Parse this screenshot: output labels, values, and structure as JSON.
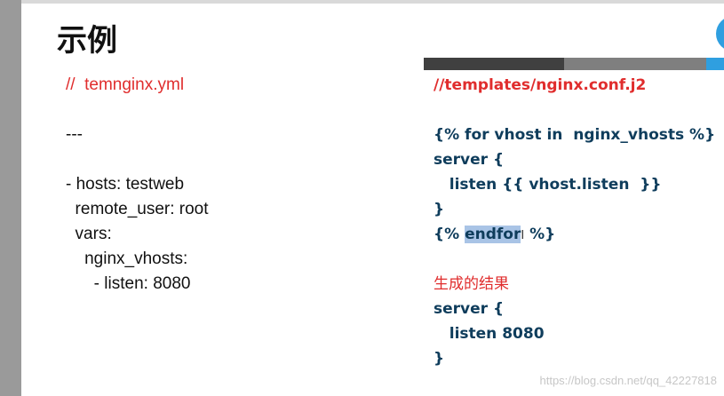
{
  "slide": {
    "title": "示例"
  },
  "left_code": {
    "lines": [
      "//  temnginx.yml",
      "",
      "---",
      "",
      "- hosts: testweb",
      "  remote_user: root",
      "  vars:",
      "    nginx_vhosts:",
      "      - listen: 8080"
    ]
  },
  "right_code": {
    "comment": "//templates/nginx.conf.j2",
    "lines": [
      "{% for vhost in  nginx_vhosts %}",
      "server {",
      "   listen {{ vhost.listen  }}",
      "}"
    ],
    "endfor_prefix": "{% ",
    "endfor_word": "endfor",
    "endfor_suffix": " %}",
    "result_heading": "生成的结果",
    "result_lines": [
      "server {",
      "   listen 8080",
      "}"
    ]
  },
  "watermark": "https://blog.csdn.net/qq_42227818",
  "colors": {
    "accent_blue": "#2f9fe0",
    "comment_red": "#e02d2d",
    "code_navy": "#0f3d5c"
  }
}
